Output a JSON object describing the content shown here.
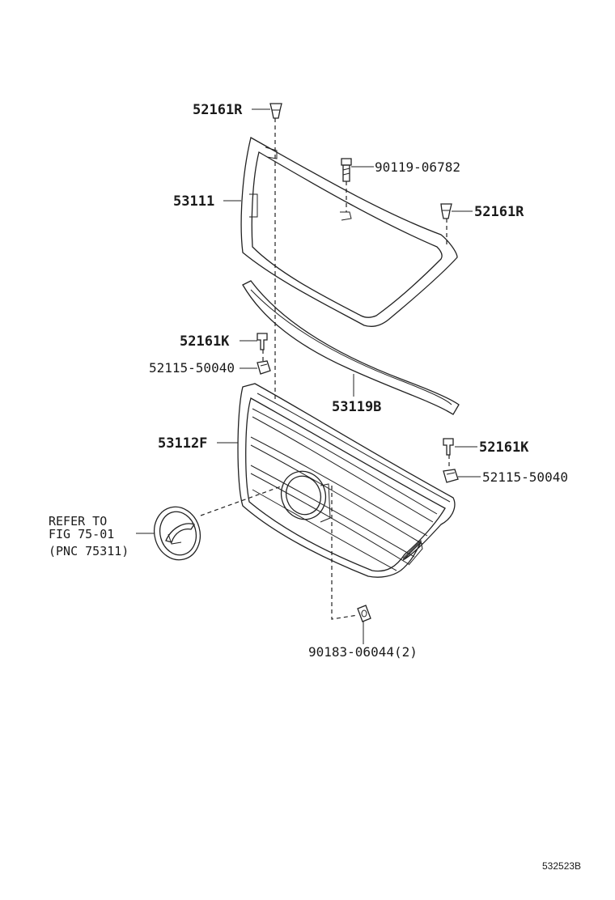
{
  "diagram": {
    "labels": {
      "clip_top_r": "52161R",
      "bolt_top": "90119-06782",
      "clip_right_r": "52161R",
      "upper_frame": "53111",
      "clip_left_k": "52161K",
      "nut_left": "52115-50040",
      "molding": "53119B",
      "radiator_grille": "53112F",
      "clip_right_k": "52161K",
      "nut_right": "52115-50040",
      "emblem_ref_line1": "REFER TO",
      "emblem_ref_line2": "FIG 75-01",
      "emblem_ref_line3": "(PNC 75311)",
      "nut_bottom": "90183-06044(2)",
      "drawing_code": "532523B"
    }
  }
}
